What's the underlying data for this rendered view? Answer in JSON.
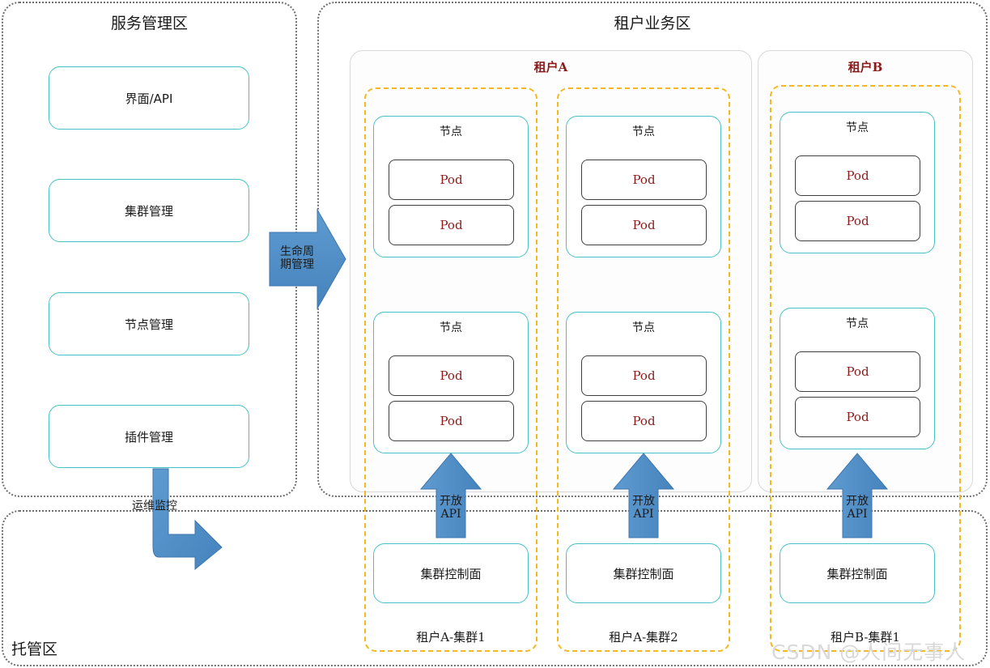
{
  "zones": {
    "service_management": {
      "title": "服务管理区"
    },
    "tenant_business": {
      "title": "租户业务区"
    },
    "hosted": {
      "title": "托管区"
    }
  },
  "service_items": [
    {
      "label": "界面/API"
    },
    {
      "label": "集群管理"
    },
    {
      "label": "节点管理"
    },
    {
      "label": "插件管理"
    }
  ],
  "arrows": {
    "lifecycle": {
      "label": "生命周\n期管理"
    },
    "monitoring": {
      "label": "运维监控"
    },
    "open_api": {
      "label": "开放\nAPI"
    }
  },
  "tenants": [
    {
      "name": "租户A",
      "clusters": [
        {
          "label": "租户A-集群1",
          "control_plane": "集群控制面",
          "nodes": [
            {
              "label": "节点",
              "pods": [
                "Pod",
                "Pod"
              ]
            },
            {
              "label": "节点",
              "pods": [
                "Pod",
                "Pod"
              ]
            }
          ]
        },
        {
          "label": "租户A-集群2",
          "control_plane": "集群控制面",
          "nodes": [
            {
              "label": "节点",
              "pods": [
                "Pod",
                "Pod"
              ]
            },
            {
              "label": "节点",
              "pods": [
                "Pod",
                "Pod"
              ]
            }
          ]
        }
      ]
    },
    {
      "name": "租户B",
      "clusters": [
        {
          "label": "租户B-集群1",
          "control_plane": "集群控制面",
          "nodes": [
            {
              "label": "节点",
              "pods": [
                "Pod",
                "Pod"
              ]
            },
            {
              "label": "节点",
              "pods": [
                "Pod",
                "Pod"
              ]
            }
          ]
        }
      ]
    }
  ],
  "watermark": "CSDN @人间无事人",
  "colors": {
    "teal_border": "#46c2c6",
    "orange_dashed": "#f5b820",
    "tenant_title": "#8b1a1a",
    "pod_text": "#8b1a1a",
    "arrow_blue": "#4e8fc7",
    "zone_border": "#6f6f6f"
  }
}
